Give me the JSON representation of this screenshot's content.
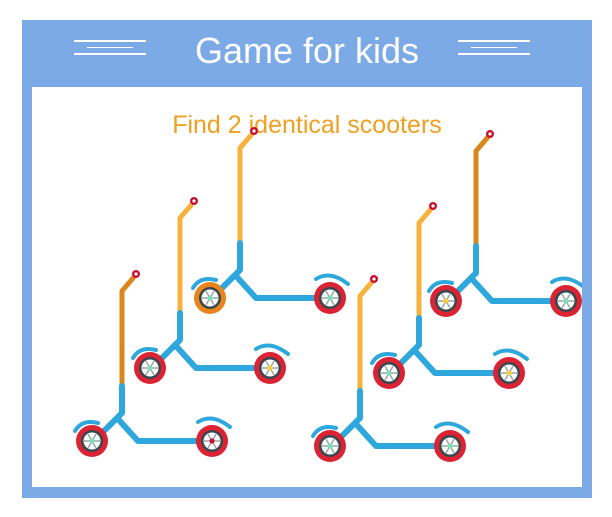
{
  "header": {
    "title": "Game for kids"
  },
  "instruction": "Find 2 identical scooters",
  "colors": {
    "frame_blue": "#7BAAE6",
    "deck_blue": "#2EA8DC",
    "stem_yellow": "#F7B23B",
    "stem_orange": "#D9861A",
    "tire_red": "#DB2334",
    "tire_orange": "#E8841A",
    "rim_dark": "#37474F",
    "grip_red": "#C8102E",
    "instruction_orange": "#F0A020"
  },
  "scooters": [
    {
      "id": 1,
      "stem_color": "#F7B23B",
      "back_tire": "#E8841A",
      "front_tire": "#DB2334",
      "back_hub": "#7CE0B0",
      "front_hub": "#7CE0B0"
    },
    {
      "id": 2,
      "stem_color": "#F7B23B",
      "back_tire": "#DB2334",
      "front_tire": "#DB2334",
      "back_hub": "#7CE0B0",
      "front_hub": "#F4D03F"
    },
    {
      "id": 3,
      "stem_color": "#D9861A",
      "back_tire": "#DB2334",
      "front_tire": "#DB2334",
      "back_hub": "#7CE0B0",
      "front_hub": "#C8102E"
    },
    {
      "id": 4,
      "stem_color": "#D9861A",
      "back_tire": "#DB2334",
      "front_tire": "#DB2334",
      "back_hub": "#F4D03F",
      "front_hub": "#7CE0B0"
    },
    {
      "id": 5,
      "stem_color": "#F7B23B",
      "back_tire": "#DB2334",
      "front_tire": "#DB2334",
      "back_hub": "#7CE0B0",
      "front_hub": "#F4D03F"
    },
    {
      "id": 6,
      "stem_color": "#F7B23B",
      "back_tire": "#DB2334",
      "front_tire": "#DB2334",
      "back_hub": "#7CE0B0",
      "front_hub": "#7CE0B0"
    }
  ]
}
